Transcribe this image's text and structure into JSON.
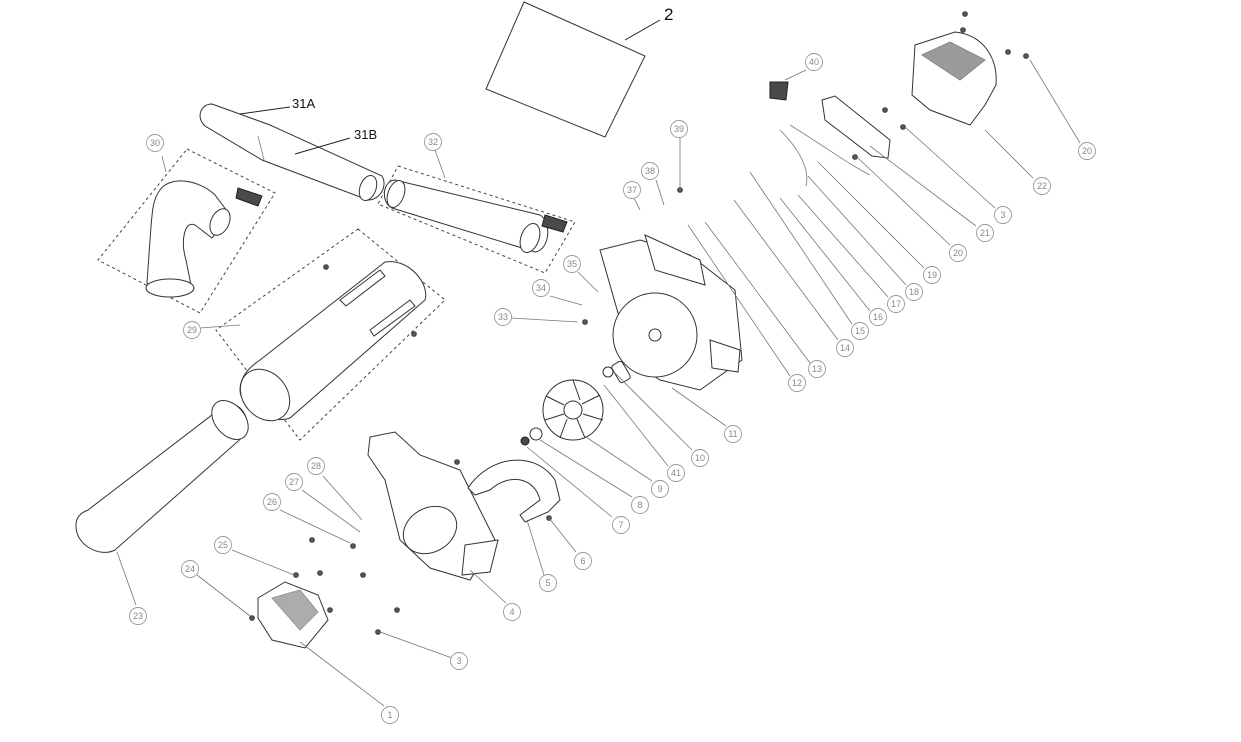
{
  "diagram": {
    "callouts": [
      {
        "id": "30",
        "label": "30"
      },
      {
        "id": "32",
        "label": "32"
      },
      {
        "id": "29",
        "label": "29"
      },
      {
        "id": "39",
        "label": "39"
      },
      {
        "id": "40",
        "label": "40"
      },
      {
        "id": "38",
        "label": "38"
      },
      {
        "id": "37",
        "label": "37"
      },
      {
        "id": "35",
        "label": "35"
      },
      {
        "id": "34",
        "label": "34"
      },
      {
        "id": "33",
        "label": "33"
      },
      {
        "id": "20a",
        "label": "20"
      },
      {
        "id": "22",
        "label": "22"
      },
      {
        "id": "3a",
        "label": "3"
      },
      {
        "id": "21",
        "label": "21"
      },
      {
        "id": "20b",
        "label": "20"
      },
      {
        "id": "19",
        "label": "19"
      },
      {
        "id": "18",
        "label": "18"
      },
      {
        "id": "17",
        "label": "17"
      },
      {
        "id": "16",
        "label": "16"
      },
      {
        "id": "15",
        "label": "15"
      },
      {
        "id": "14",
        "label": "14"
      },
      {
        "id": "13",
        "label": "13"
      },
      {
        "id": "12",
        "label": "12"
      },
      {
        "id": "11",
        "label": "11"
      },
      {
        "id": "10",
        "label": "10"
      },
      {
        "id": "41",
        "label": "41"
      },
      {
        "id": "9",
        "label": "9"
      },
      {
        "id": "8",
        "label": "8"
      },
      {
        "id": "7",
        "label": "7"
      },
      {
        "id": "6",
        "label": "6"
      },
      {
        "id": "5",
        "label": "5"
      },
      {
        "id": "4",
        "label": "4"
      },
      {
        "id": "28",
        "label": "28"
      },
      {
        "id": "27",
        "label": "27"
      },
      {
        "id": "26",
        "label": "26"
      },
      {
        "id": "25",
        "label": "25"
      },
      {
        "id": "24",
        "label": "24"
      },
      {
        "id": "23",
        "label": "23"
      },
      {
        "id": "3b",
        "label": "3"
      },
      {
        "id": "1",
        "label": "1"
      }
    ],
    "plain_labels": [
      {
        "id": "2",
        "label": "2"
      },
      {
        "id": "31A",
        "label": "31A"
      },
      {
        "id": "31B",
        "label": "31B"
      }
    ]
  }
}
